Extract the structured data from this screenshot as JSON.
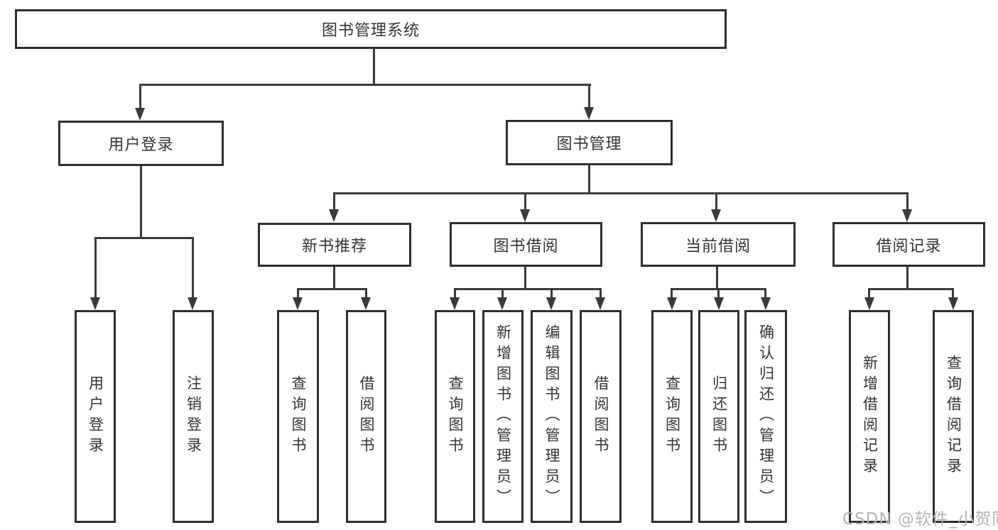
{
  "diagram": {
    "title": "图书管理系统",
    "level2": [
      {
        "label": "用户登录"
      },
      {
        "label": "图书管理"
      }
    ],
    "level3": [
      {
        "label": "新书推荐",
        "parent": "图书管理"
      },
      {
        "label": "图书借阅",
        "parent": "图书管理"
      },
      {
        "label": "当前借阅",
        "parent": "图书管理"
      },
      {
        "label": "借阅记录",
        "parent": "图书管理"
      }
    ],
    "leaves": [
      {
        "label": "用户登录",
        "parent": "用户登录"
      },
      {
        "label": "注销登录",
        "parent": "用户登录"
      },
      {
        "label": "查询图书",
        "parent": "新书推荐"
      },
      {
        "label": "借阅图书",
        "parent": "新书推荐"
      },
      {
        "label": "查询图书",
        "parent": "图书借阅"
      },
      {
        "label": "新增图书（管理员）",
        "parent": "图书借阅"
      },
      {
        "label": "编辑图书（管理员）",
        "parent": "图书借阅"
      },
      {
        "label": "借阅图书",
        "parent": "图书借阅"
      },
      {
        "label": "查询图书",
        "parent": "当前借阅"
      },
      {
        "label": "归还图书",
        "parent": "当前借阅"
      },
      {
        "label": "确认归还（管理员）",
        "parent": "当前借阅"
      },
      {
        "label": "新增借阅记录",
        "parent": "借阅记录"
      },
      {
        "label": "查询借阅记录",
        "parent": "借阅记录"
      }
    ]
  },
  "watermark": {
    "text": "CSDN @软件_小贺同学"
  },
  "colors": {
    "line": "#3a3a3a",
    "box_border": "#2e2e2e",
    "text": "#333333",
    "watermark": "#b5b5b5",
    "background": "#ffffff"
  }
}
